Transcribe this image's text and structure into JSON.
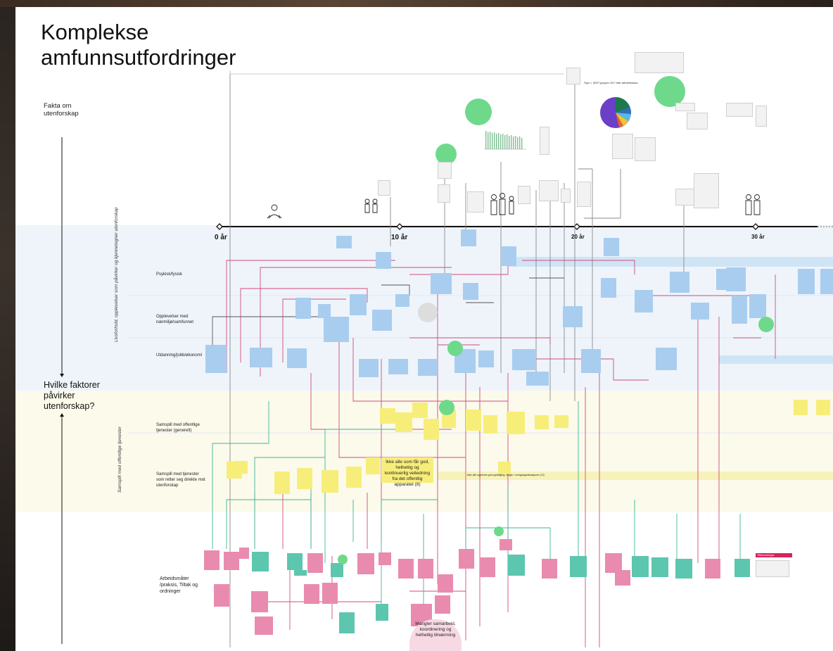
{
  "title": "Komplekse amfunnsutfordringer",
  "left_labels": {
    "fakta": "Fakta om utenforskap",
    "hvilke": "Hvilke faktorer påvirker utenforskap?",
    "livsforhold": "Livsforhold, opplevelser som påvirker og kjennetegner utenforskap",
    "samspill_group": "Samspill med offentlige tjenester"
  },
  "rows": {
    "psykisk": "Psykisk/fysisk",
    "opplevelser": "Opplevelser med nærmiljø/samfunnet",
    "utdanning": "Utdanning/jobb/økonomi",
    "samspill_generelt": "Samspill med offentlige tjenester (generelt)",
    "samspill_direkte": "Samspill med tjenester som retter seg direkte mot utenforskap",
    "arbeidsmater": "Arbeidsmåter /praksis, Tiltak og ordninger"
  },
  "timeline": {
    "ticks": [
      "0 år",
      "10 år",
      "20 år",
      "30 år"
    ]
  },
  "callouts": {
    "helhetlig": "Ikke alle som får god, helhetlig og kontinuerlig veiledning fra det offentlig apparatet (8)",
    "mangler": "Mangler samarbeid, koordinering og helhetlig tilnærming",
    "ikke_alle_bar": "Ikke alle oppleves god oppfølging, rådgiv / overgangssituasjoner (13)"
  },
  "pie_title": "Figur 1. NEET-gruppen 2017 etter aktivitetsstatus",
  "legend_red": "Tiltak/ordninger"
}
